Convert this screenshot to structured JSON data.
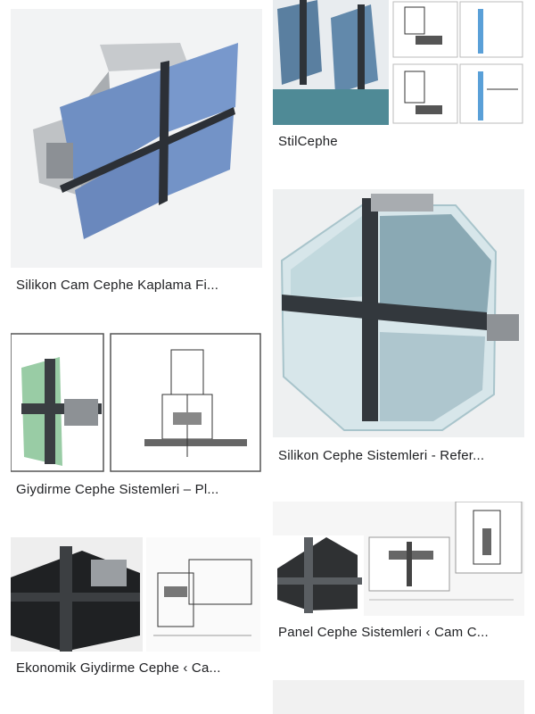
{
  "results": [
    {
      "caption": "Silikon Cam Cephe Kaplama Fi...",
      "image": "curtain-wall-blue-glass-render"
    },
    {
      "caption": "StilCephe",
      "image": "curtain-wall-section-drawings"
    },
    {
      "caption": "Silikon Cephe Sistemleri - Refer...",
      "image": "structural-glazing-render"
    },
    {
      "caption": "Giydirme Cephe Sistemleri – Pl...",
      "image": "green-glass-profile-and-drawing"
    },
    {
      "caption": "Panel Cephe Sistemleri ‹ Cam C...",
      "image": "dark-panel-profile-and-drawings"
    },
    {
      "caption": "Ekonomik Giydirme Cephe ‹ Ca...",
      "image": "black-profile-and-drawing"
    }
  ],
  "colors": {
    "caption_text": "#202124",
    "glass_blue": "#6f8fc3",
    "aluminum": "#b9bcbf",
    "glass_green": "#7fbf8e",
    "profile_dark": "#2f3133"
  }
}
